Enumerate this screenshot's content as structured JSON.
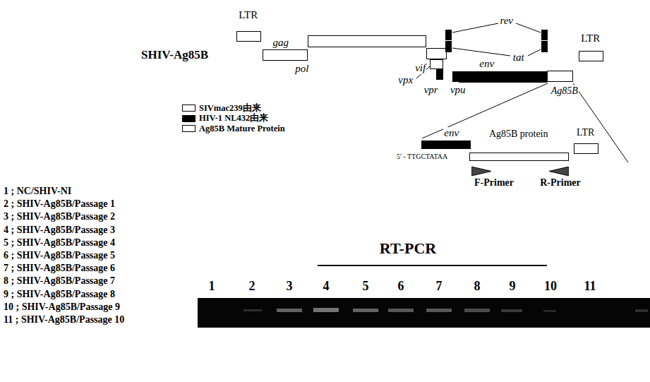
{
  "diagram": {
    "title": "SHIV-Ag85B",
    "nodes": [
      {
        "text": [
          "LTR"
        ]
      },
      {
        "text": [
          "gag"
        ]
      },
      {
        "text": [
          "pol"
        ]
      },
      {
        "text": [
          "vif"
        ]
      },
      {
        "text": [
          "vpx"
        ]
      },
      {
        "text": [
          "vpr"
        ]
      },
      {
        "text": [
          "vpu"
        ]
      },
      {
        "text": [
          "rev"
        ]
      },
      {
        "text": [
          "tat"
        ]
      },
      {
        "text": [
          "env"
        ]
      },
      {
        "text": [
          "Ag85B"
        ]
      },
      {
        "text": [
          "LTR"
        ]
      },
      {
        "text": [
          "env"
        ]
      },
      {
        "text": [
          "Ag85B protein"
        ]
      },
      {
        "text": [
          "LTR"
        ]
      },
      {
        "text": [
          "F-Primer"
        ]
      },
      {
        "text": [
          "R-Primer"
        ]
      }
    ],
    "labels": [
      "5' - TTGCTATAA",
      "1 ; NC/SHIV-NI",
      "2 ; SHIV-Ag85B/Passage 1",
      "3 ; SHIV-Ag85B/Passage 2",
      "4 ; SHIV-Ag85B/Passage 3",
      "5 ; SHIV-Ag85B/Passage 4",
      "6 ; SHIV-Ag85B/Passage 5",
      "7 ; SHIV-Ag85B/Passage 6",
      "8 ; SHIV-Ag85B/Passage 7",
      "9 ; SHIV-Ag85B/Passage 8",
      "10 ; SHIV-Ag85B/Passage 9",
      "11 ; SHIV-Ag85B/Passage 10",
      "RT-PCR",
      "1",
      "2",
      "3",
      "4",
      "5",
      "6",
      "7",
      "8",
      "9",
      "10",
      "11"
    ],
    "legend": [
      {
        "text": "SIVmac239由来",
        "color": "#ffffff"
      },
      {
        "text": "HIV-1 NL432由来",
        "color": "#000000"
      },
      {
        "text": "Ag85B Mature Protein",
        "color": "#ffffff"
      }
    ]
  }
}
